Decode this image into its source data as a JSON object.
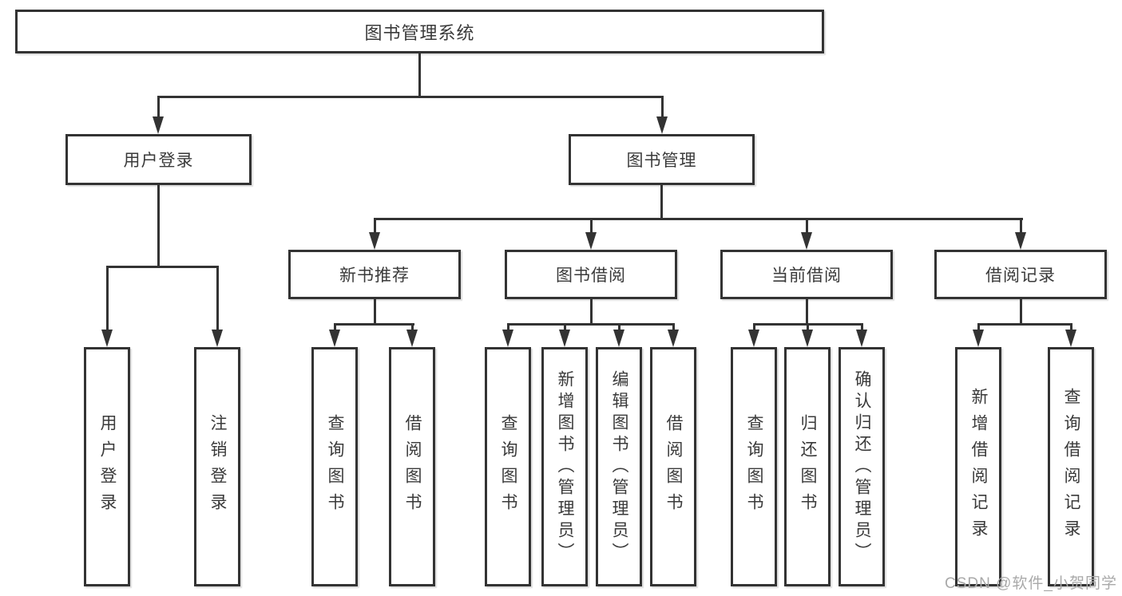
{
  "diagram": {
    "root": {
      "label": "图书管理系统",
      "children": [
        {
          "label": "用户登录",
          "children": [
            {
              "label": "用户登录"
            },
            {
              "label": "注销登录"
            }
          ]
        },
        {
          "label": "图书管理",
          "children": [
            {
              "label": "新书推荐",
              "children": [
                {
                  "label": "查询图书"
                },
                {
                  "label": "借阅图书"
                }
              ]
            },
            {
              "label": "图书借阅",
              "children": [
                {
                  "label": "查询图书"
                },
                {
                  "label": "新增图书（管理员）"
                },
                {
                  "label": "编辑图书（管理员）"
                },
                {
                  "label": "借阅图书"
                }
              ]
            },
            {
              "label": "当前借阅",
              "children": [
                {
                  "label": "查询图书"
                },
                {
                  "label": "归还图书"
                },
                {
                  "label": "确认归还（管理员）"
                }
              ]
            },
            {
              "label": "借阅记录",
              "children": [
                {
                  "label": "新增借阅记录"
                },
                {
                  "label": "查询借阅记录"
                }
              ]
            }
          ]
        }
      ]
    },
    "colors": {
      "line": "#333333",
      "text": "#3a3a3a",
      "background": "#ffffff",
      "watermark": "#a9a9a9"
    }
  },
  "watermark": {
    "text": "CSDN @软件_小贺同学"
  }
}
